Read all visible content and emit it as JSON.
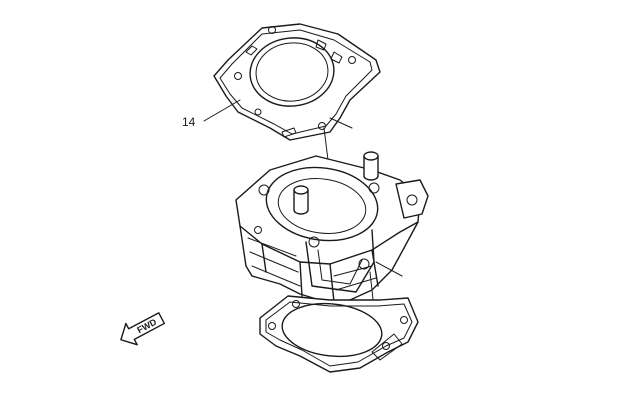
{
  "callouts": [
    {
      "label": "14",
      "target": "cylinder-head-gasket"
    }
  ],
  "direction_marker": {
    "label": "FWD",
    "icon": "forward-arrow-icon"
  },
  "colors": {
    "line": "#1a1a1a",
    "background": "#ffffff"
  }
}
